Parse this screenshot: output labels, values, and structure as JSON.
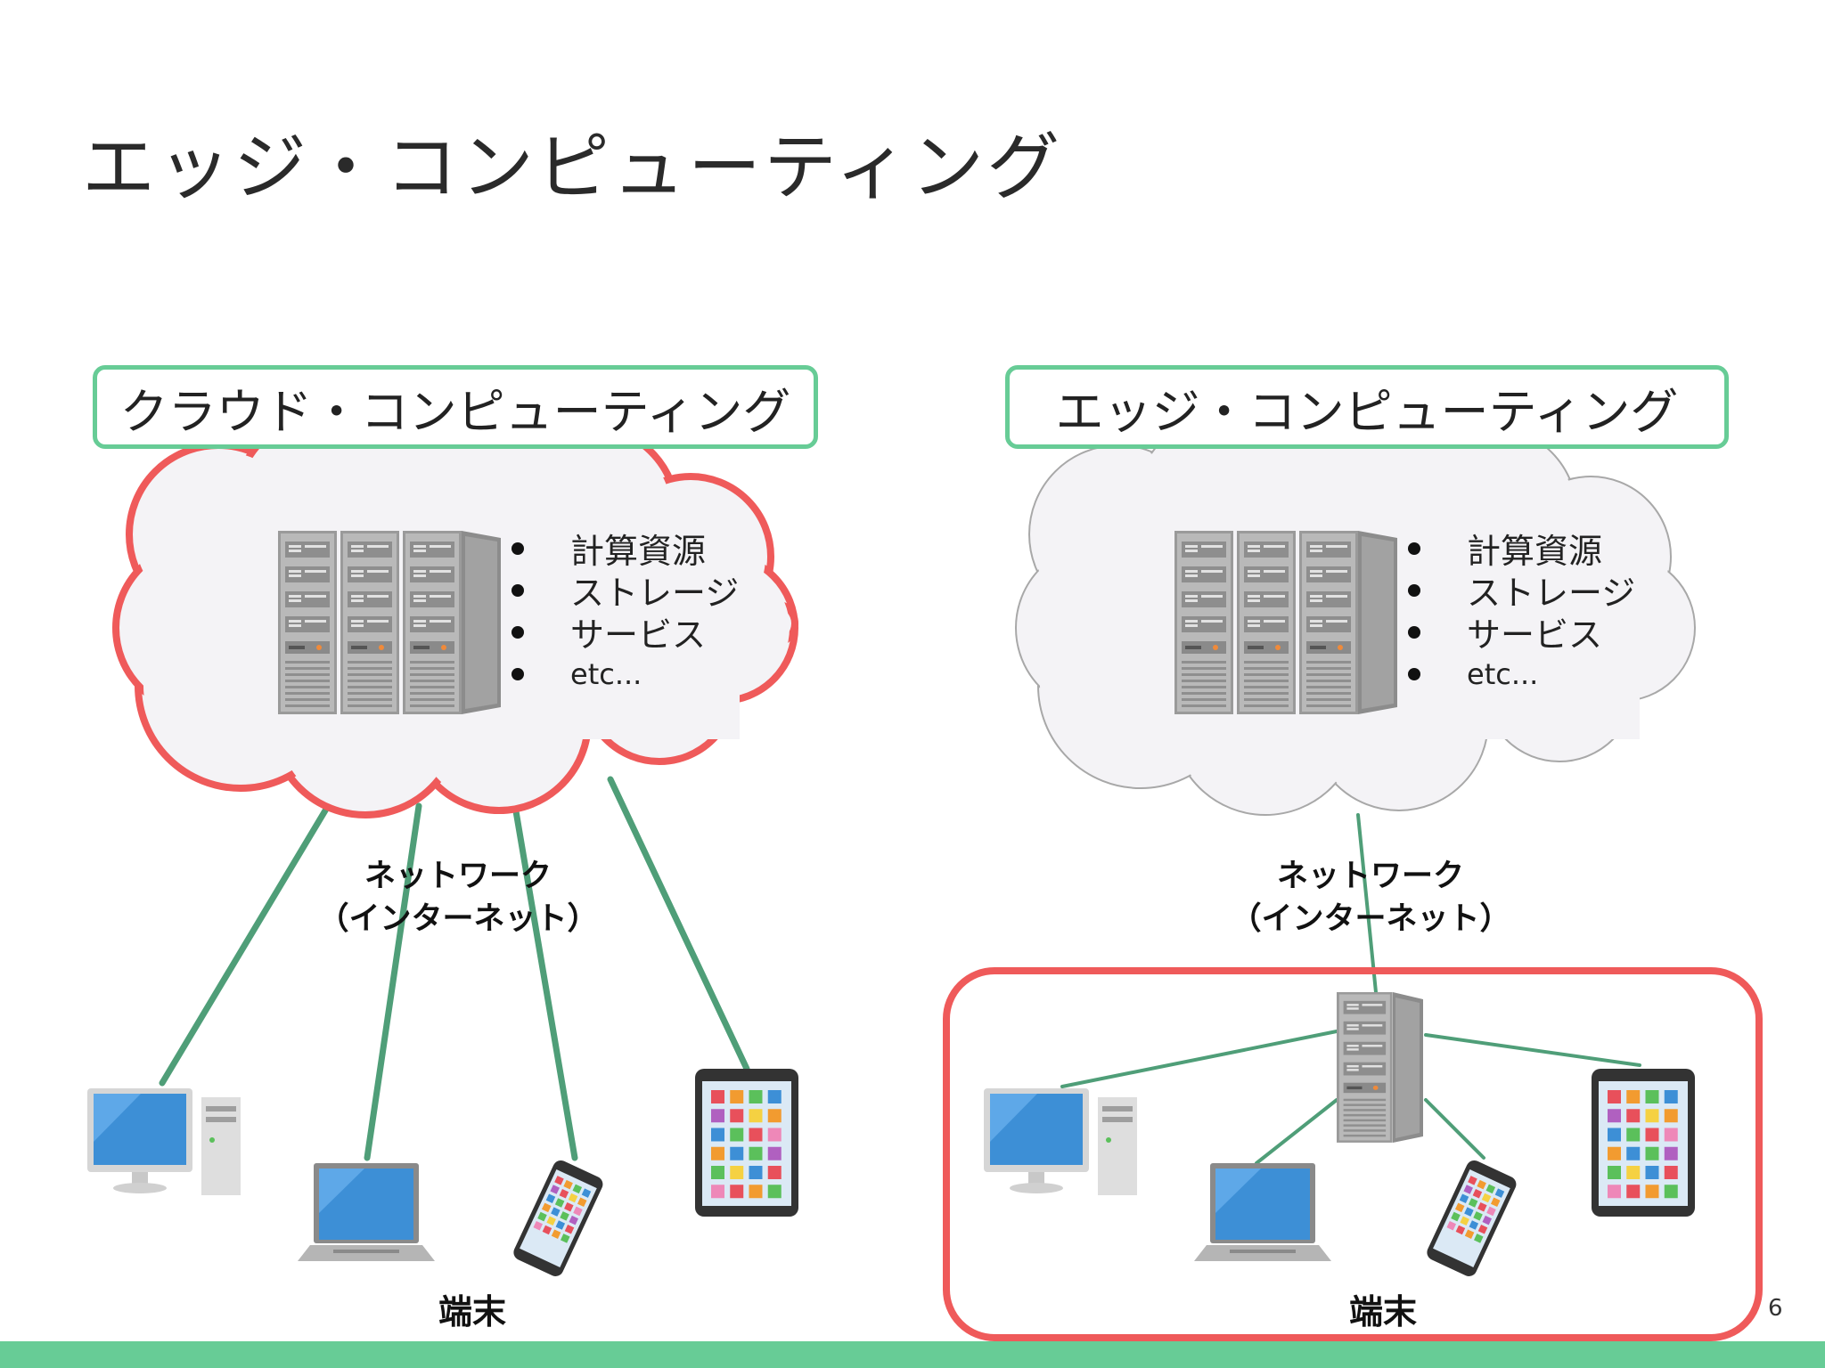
{
  "page": {
    "title": "エッジ・コンピューティング",
    "page_number": "6"
  },
  "left_panel": {
    "heading": "クラウド・コンピューティング",
    "resources": [
      "計算資源",
      "ストレージ",
      "サービス",
      "etc..."
    ],
    "network_label_line1": "ネットワーク",
    "network_label_line2": "（インターネット）",
    "devices_label": "端末"
  },
  "right_panel": {
    "heading": "エッジ・コンピューティング",
    "resources": [
      "計算資源",
      "ストレージ",
      "サービス",
      "etc..."
    ],
    "network_label_line1": "ネットワーク",
    "network_label_line2": "（インターネット）",
    "devices_label": "端末"
  },
  "colors": {
    "accent_green": "#67cc96",
    "connection_green": "#4f9e78",
    "highlight_red": "#ef5a5a",
    "cloud_fill": "#f4f3f6",
    "cloud_outline_right": "#a8a8a8"
  }
}
